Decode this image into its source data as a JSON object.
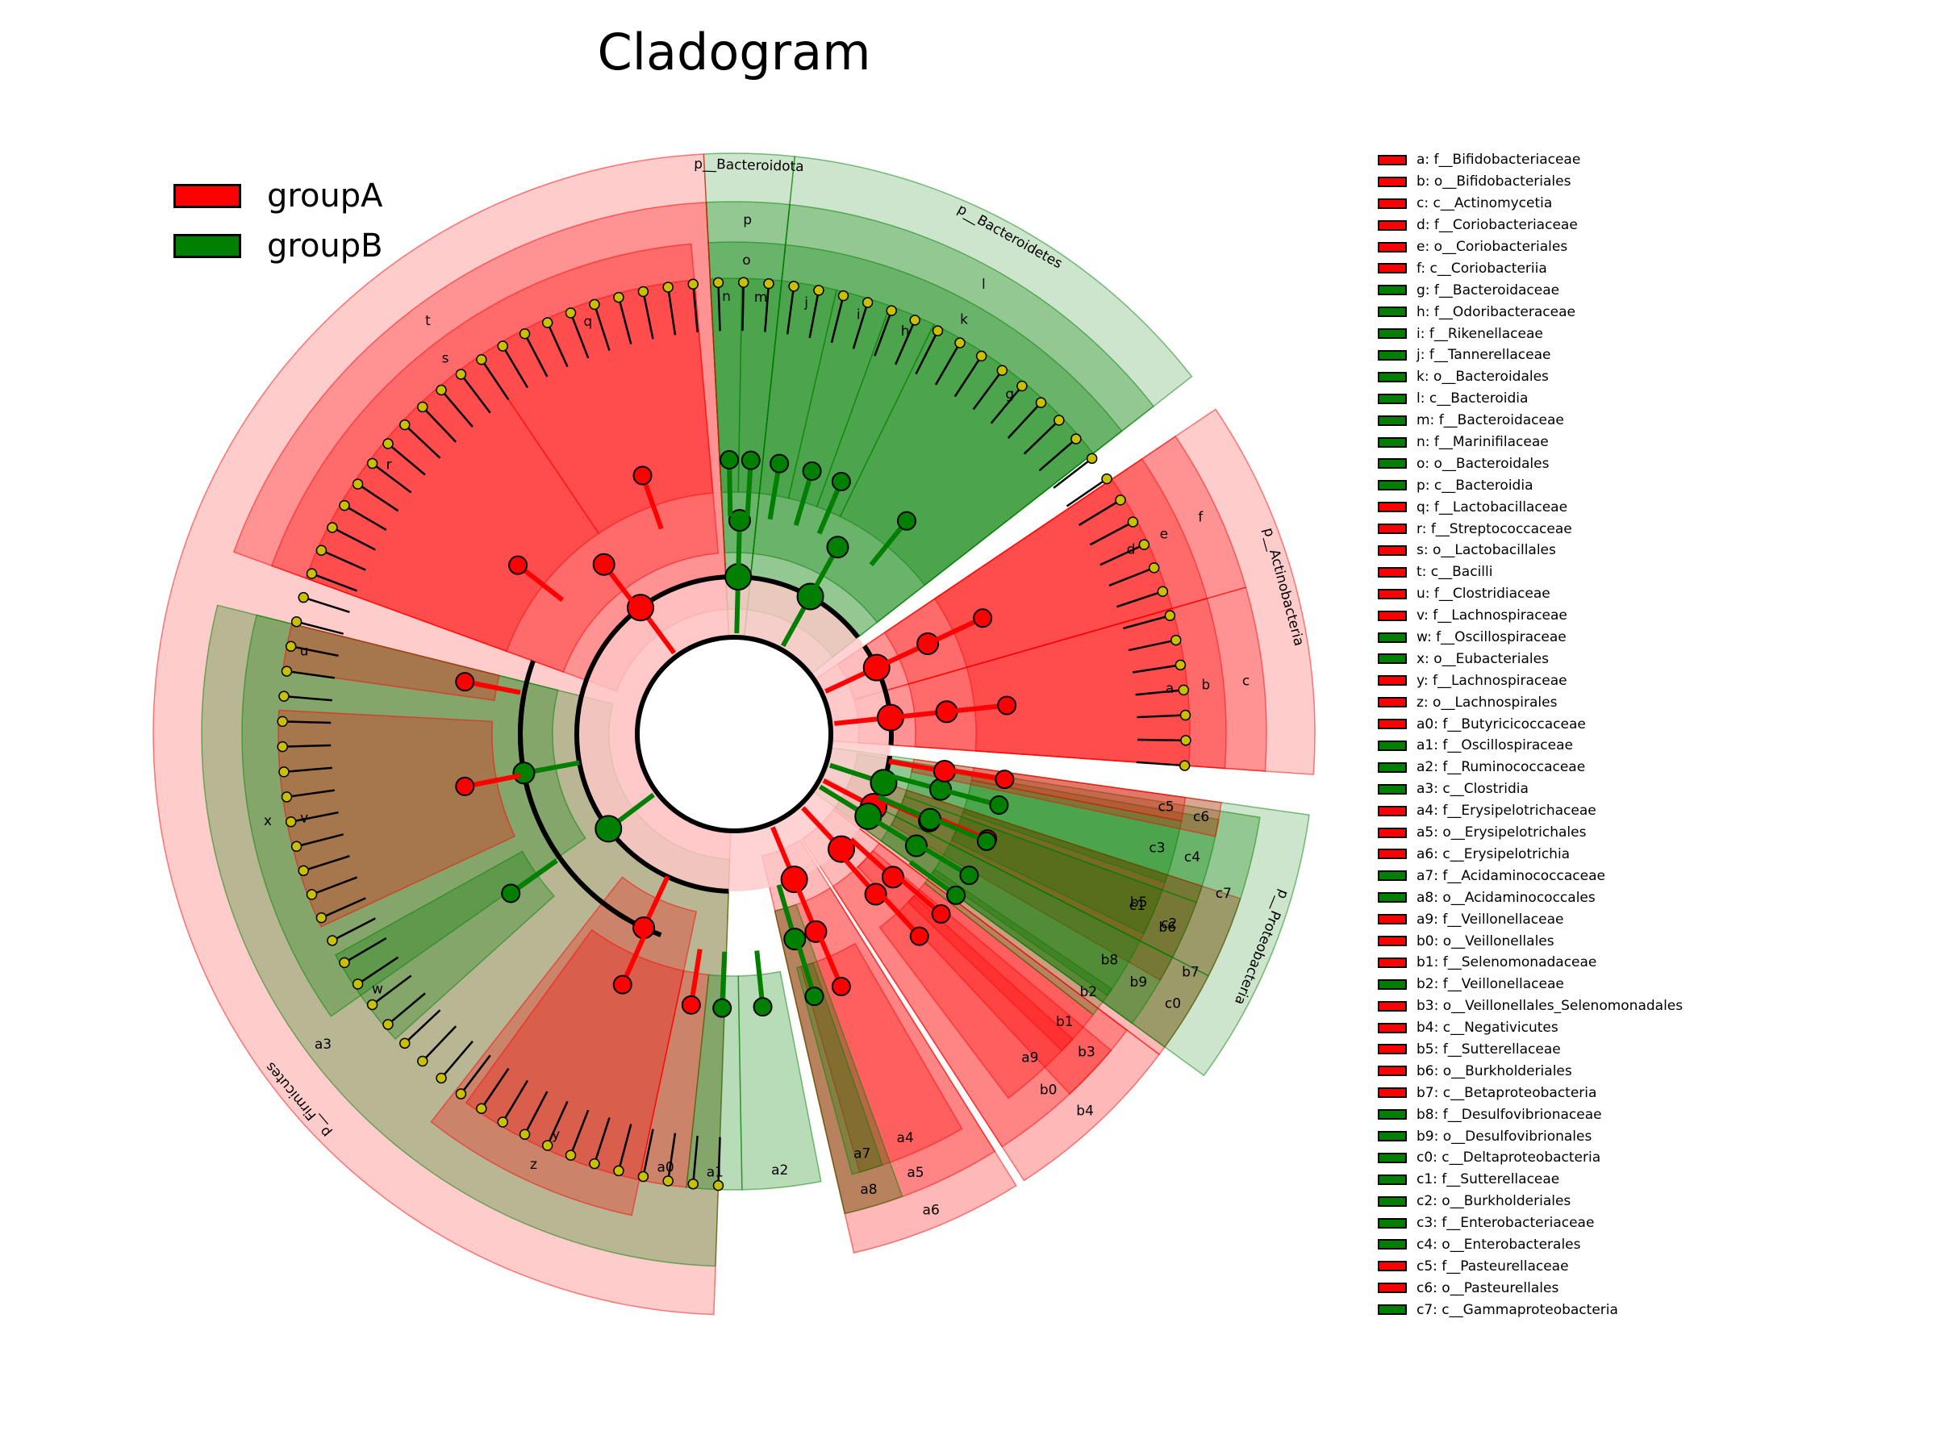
{
  "title": "Cladogram",
  "colors": {
    "groupA": "#ff0000",
    "groupB": "#007f00",
    "neutral": "#c8c000"
  },
  "group_legend": [
    {
      "label": "groupA",
      "color": "#ff0000"
    },
    {
      "label": "groupB",
      "color": "#007f00"
    }
  ],
  "clade_legend": [
    {
      "label": "a: f__Bifidobacteriaceae",
      "group": "groupA"
    },
    {
      "label": "b: o__Bifidobacteriales",
      "group": "groupA"
    },
    {
      "label": "c: c__Actinomycetia",
      "group": "groupA"
    },
    {
      "label": "d: f__Coriobacteriaceae",
      "group": "groupA"
    },
    {
      "label": "e: o__Coriobacteriales",
      "group": "groupA"
    },
    {
      "label": "f: c__Coriobacteriia",
      "group": "groupA"
    },
    {
      "label": "g: f__Bacteroidaceae",
      "group": "groupB"
    },
    {
      "label": "h: f__Odoribacteraceae",
      "group": "groupB"
    },
    {
      "label": "i: f__Rikenellaceae",
      "group": "groupB"
    },
    {
      "label": "j: f__Tannerellaceae",
      "group": "groupB"
    },
    {
      "label": "k: o__Bacteroidales",
      "group": "groupB"
    },
    {
      "label": "l: c__Bacteroidia",
      "group": "groupB"
    },
    {
      "label": "m: f__Bacteroidaceae",
      "group": "groupB"
    },
    {
      "label": "n: f__Marinifilaceae",
      "group": "groupB"
    },
    {
      "label": "o: o__Bacteroidales",
      "group": "groupB"
    },
    {
      "label": "p: c__Bacteroidia",
      "group": "groupB"
    },
    {
      "label": "q: f__Lactobacillaceae",
      "group": "groupA"
    },
    {
      "label": "r: f__Streptococcaceae",
      "group": "groupA"
    },
    {
      "label": "s: o__Lactobacillales",
      "group": "groupA"
    },
    {
      "label": "t: c__Bacilli",
      "group": "groupA"
    },
    {
      "label": "u: f__Clostridiaceae",
      "group": "groupA"
    },
    {
      "label": "v: f__Lachnospiraceae",
      "group": "groupA"
    },
    {
      "label": "w: f__Oscillospiraceae",
      "group": "groupB"
    },
    {
      "label": "x: o__Eubacteriales",
      "group": "groupB"
    },
    {
      "label": "y: f__Lachnospiraceae",
      "group": "groupA"
    },
    {
      "label": "z: o__Lachnospirales",
      "group": "groupA"
    },
    {
      "label": "a0: f__Butyricicoccaceae",
      "group": "groupA"
    },
    {
      "label": "a1: f__Oscillospiraceae",
      "group": "groupB"
    },
    {
      "label": "a2: f__Ruminococcaceae",
      "group": "groupB"
    },
    {
      "label": "a3: c__Clostridia",
      "group": "groupB"
    },
    {
      "label": "a4: f__Erysipelotrichaceae",
      "group": "groupA"
    },
    {
      "label": "a5: o__Erysipelotrichales",
      "group": "groupA"
    },
    {
      "label": "a6: c__Erysipelotrichia",
      "group": "groupA"
    },
    {
      "label": "a7: f__Acidaminococcaceae",
      "group": "groupB"
    },
    {
      "label": "a8: o__Acidaminococcales",
      "group": "groupB"
    },
    {
      "label": "a9: f__Veillonellaceae",
      "group": "groupA"
    },
    {
      "label": "b0: o__Veillonellales",
      "group": "groupA"
    },
    {
      "label": "b1: f__Selenomonadaceae",
      "group": "groupA"
    },
    {
      "label": "b2: f__Veillonellaceae",
      "group": "groupB"
    },
    {
      "label": "b3: o__Veillonellales_Selenomonadales",
      "group": "groupA"
    },
    {
      "label": "b4: c__Negativicutes",
      "group": "groupA"
    },
    {
      "label": "b5: f__Sutterellaceae",
      "group": "groupA"
    },
    {
      "label": "b6: o__Burkholderiales",
      "group": "groupA"
    },
    {
      "label": "b7: c__Betaproteobacteria",
      "group": "groupA"
    },
    {
      "label": "b8: f__Desulfovibrionaceae",
      "group": "groupB"
    },
    {
      "label": "b9: o__Desulfovibrionales",
      "group": "groupB"
    },
    {
      "label": "c0: c__Deltaproteobacteria",
      "group": "groupB"
    },
    {
      "label": "c1: f__Sutterellaceae",
      "group": "groupB"
    },
    {
      "label": "c2: o__Burkholderiales",
      "group": "groupB"
    },
    {
      "label": "c3: f__Enterobacteriaceae",
      "group": "groupB"
    },
    {
      "label": "c4: o__Enterobacterales",
      "group": "groupB"
    },
    {
      "label": "c5: f__Pasteurellaceae",
      "group": "groupA"
    },
    {
      "label": "c6: o__Pasteurellales",
      "group": "groupA"
    },
    {
      "label": "c7: c__Gammaproteobacteria",
      "group": "groupB"
    }
  ],
  "phyla": [
    {
      "label": "p__Bacteroidota",
      "group": "groupB"
    },
    {
      "label": "p__Bacteroidetes",
      "group": "groupB"
    },
    {
      "label": "p__Actinobacteria",
      "group": "groupA"
    },
    {
      "label": "p__Proteobacteria",
      "group": "groupB"
    },
    {
      "label": "p__Firmicutes",
      "group": "groupA"
    }
  ],
  "clade_letters": [
    "a",
    "b",
    "c",
    "d",
    "e",
    "f",
    "g",
    "h",
    "i",
    "j",
    "k",
    "l",
    "m",
    "n",
    "o",
    "p",
    "q",
    "r",
    "s",
    "t",
    "u",
    "v",
    "w",
    "x",
    "y",
    "z",
    "a0",
    "a1",
    "a2",
    "a3",
    "a4",
    "a5",
    "a6",
    "a7",
    "a8",
    "a9",
    "b0",
    "b1",
    "b2",
    "b3",
    "b4",
    "b5",
    "b6",
    "b7",
    "b8",
    "b9",
    "c0",
    "c1",
    "c2",
    "c3",
    "c4",
    "c5",
    "c6",
    "c7"
  ]
}
